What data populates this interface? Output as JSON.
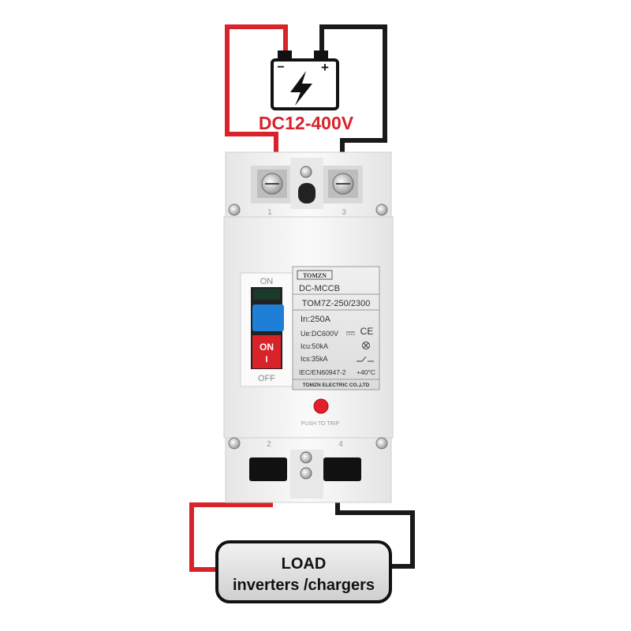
{
  "battery": {
    "negative_symbol": "−",
    "positive_symbol": "+",
    "voltage_label": "DC12-400V"
  },
  "breaker": {
    "terminal_top_left": "1",
    "terminal_top_right": "3",
    "terminal_bottom_left": "2",
    "terminal_bottom_right": "4",
    "switch_on_label": "ON",
    "switch_off_label": "OFF",
    "handle_on_label": "ON",
    "handle_on_mark": "I",
    "push_button_label": "PUSH TO TRIP"
  },
  "nameplate": {
    "brand": "TOMZN",
    "type": "DC-MCCB",
    "model": "TOM7Z-250/2300",
    "current": "In:250A",
    "voltage": "Ue:DC600V",
    "icu": "Icu:50kA",
    "ics": "Ics:35kA",
    "standard": "IEC/EN60947-2",
    "temperature": "+40°C",
    "ce_mark": "CE",
    "manufacturer": "TOMZN ELECTRIC CO.,LTD"
  },
  "load": {
    "title": "LOAD",
    "subtitle": "inverters /chargers"
  },
  "colors": {
    "positive_wire": "#d8232a",
    "negative_wire": "#1a1a1a",
    "voltage_text": "#d8232a",
    "handle_blue": "#1f7ed6",
    "handle_red": "#d8232a",
    "trip_button": "#e0202a",
    "breaker_body": "#f4f4f4"
  }
}
